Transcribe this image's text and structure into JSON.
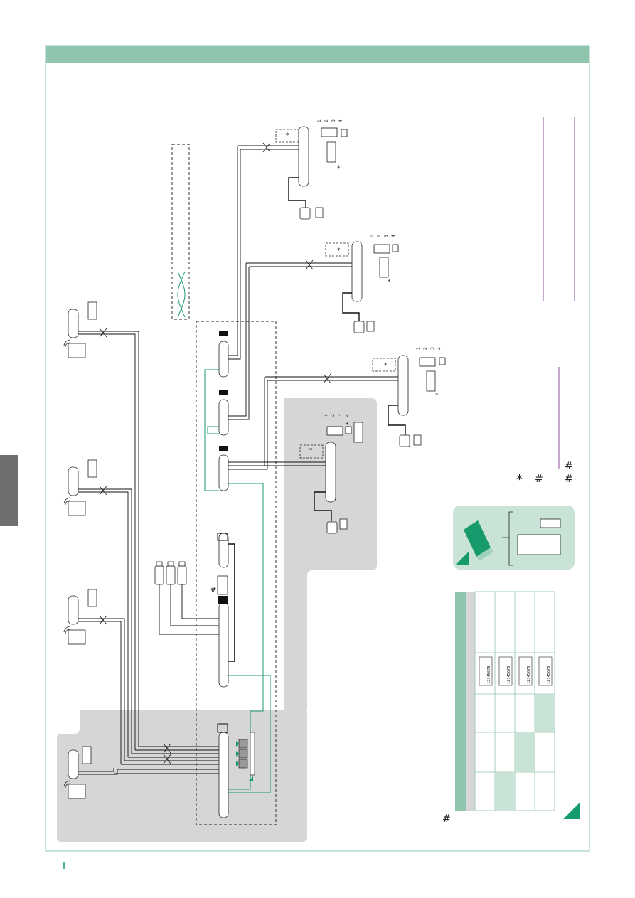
{
  "colors": {
    "header_green": "#8fc5ad",
    "accent_green": "#179b6d",
    "shade_grey": "#d6d6d6",
    "side_tab": "#6f6f6f",
    "purple_line": "#8b4f9c",
    "wire": "#111111"
  },
  "icons": {
    "asterisk_legend": "asterisk-icon",
    "hash_legend": "hash-icon",
    "info": "info-icon",
    "wireless": "wifi-icon"
  },
  "glyphs": {
    "asterisk": "*",
    "hash": "#",
    "dip_numbers": "12345678",
    "pin_marks": [
      "1",
      "2",
      "3",
      "4"
    ]
  },
  "table_values": [
    {
      "dip": "12345678"
    },
    {
      "dip": "12345678"
    },
    {
      "dip": "12345678"
    },
    {
      "dip": "12345678"
    }
  ]
}
